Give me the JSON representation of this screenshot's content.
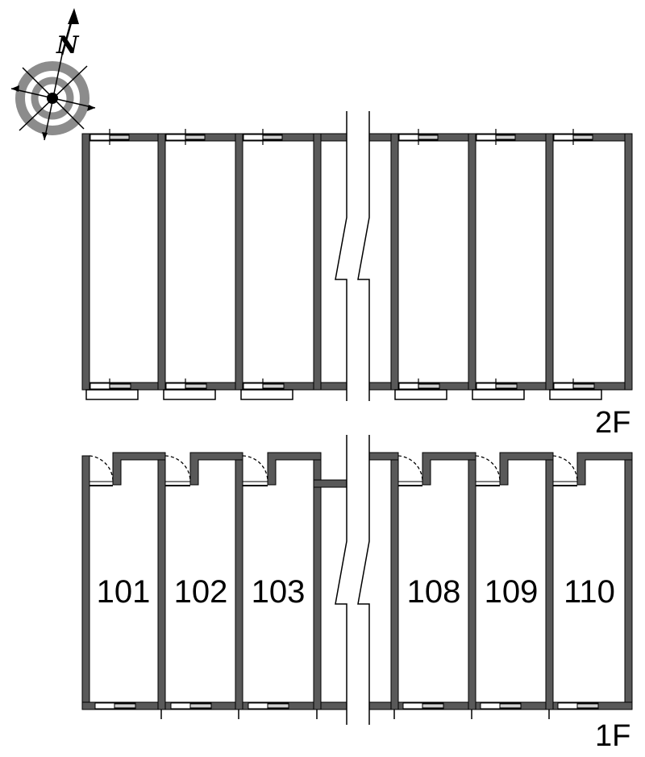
{
  "compass": {
    "north_label": "N",
    "icon": "compass-rose-icon"
  },
  "floors": {
    "upper": {
      "label": "2F"
    },
    "lower": {
      "label": "1F"
    }
  },
  "units": [
    "101",
    "102",
    "103",
    "108",
    "109",
    "110"
  ],
  "colors": {
    "wall": "#595959",
    "line": "#000000",
    "background": "#ffffff",
    "compass_ring": "#8c8c8c"
  }
}
